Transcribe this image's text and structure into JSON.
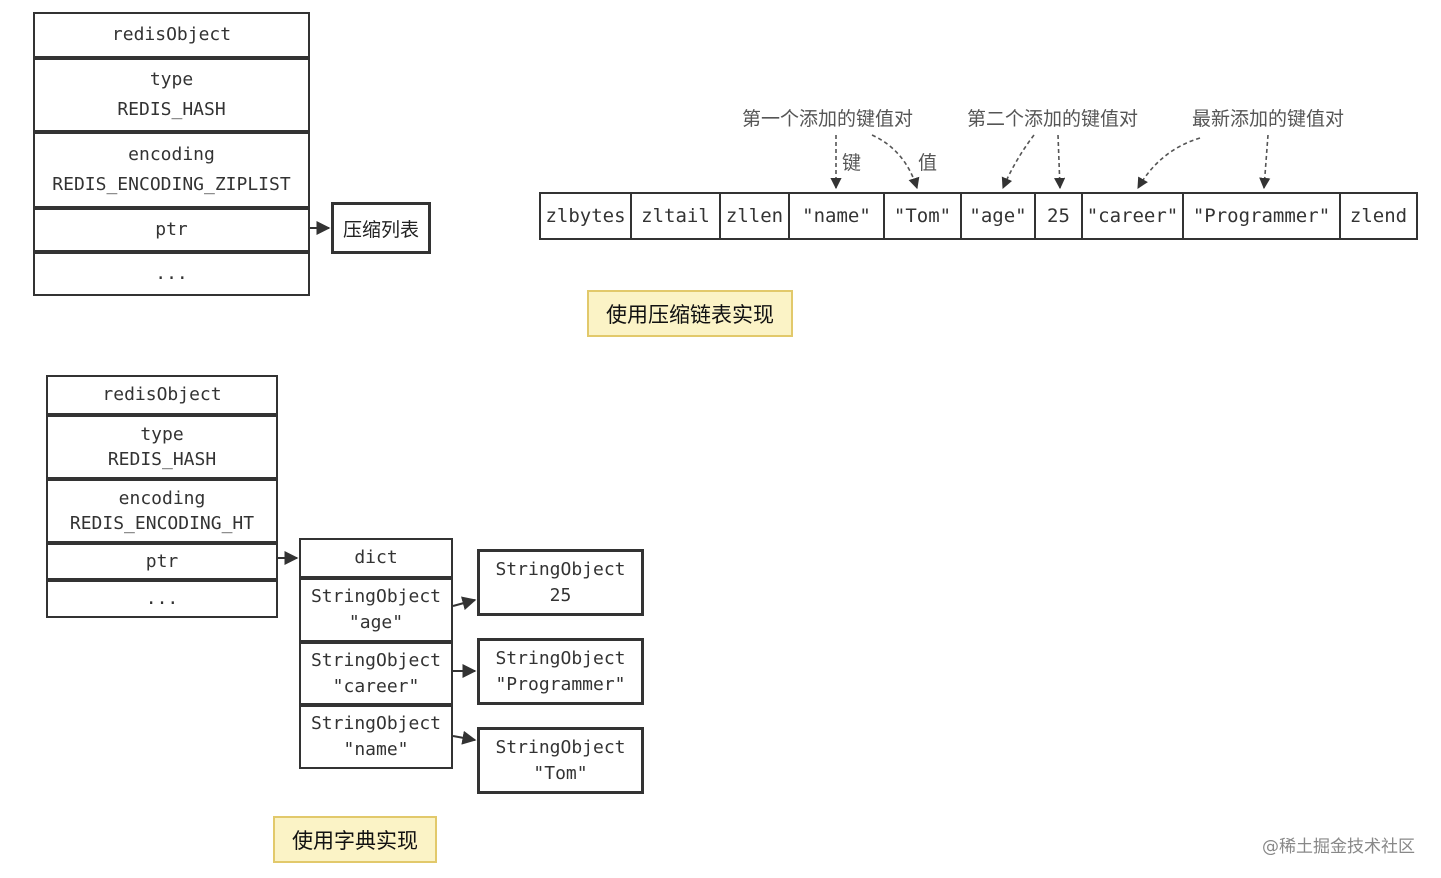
{
  "ziplist_object": {
    "header": "redisObject",
    "type_label": "type",
    "type_value": "REDIS_HASH",
    "encoding_label": "encoding",
    "encoding_value": "REDIS_ENCODING_ZIPLIST",
    "ptr_label": "ptr",
    "ellipsis": "...",
    "target_label": "压缩列表"
  },
  "ziplist": {
    "cells": [
      "zlbytes",
      "zltail",
      "zllen",
      "\"name\"",
      "\"Tom\"",
      "\"age\"",
      "25",
      "\"career\"",
      "\"Programmer\"",
      "zlend"
    ],
    "annotations": {
      "first_pair": "第一个添加的键值对",
      "second_pair": "第二个添加的键值对",
      "latest_pair": "最新添加的键值对",
      "key": "键",
      "value": "值"
    },
    "caption": "使用压缩链表实现"
  },
  "dict_object": {
    "header": "redisObject",
    "type_label": "type",
    "type_value": "REDIS_HASH",
    "encoding_label": "encoding",
    "encoding_value": "REDIS_ENCODING_HT",
    "ptr_label": "ptr",
    "ellipsis": "...",
    "dict_header": "dict",
    "keys": [
      {
        "line1": "StringObject",
        "line2": "\"age\""
      },
      {
        "line1": "StringObject",
        "line2": "\"career\""
      },
      {
        "line1": "StringObject",
        "line2": "\"name\""
      }
    ],
    "values": [
      {
        "line1": "StringObject",
        "line2": "25"
      },
      {
        "line1": "StringObject",
        "line2": "\"Programmer\""
      },
      {
        "line1": "StringObject",
        "line2": "\"Tom\""
      }
    ],
    "caption": "使用字典实现"
  },
  "watermark": "@稀土掘金技术社区"
}
